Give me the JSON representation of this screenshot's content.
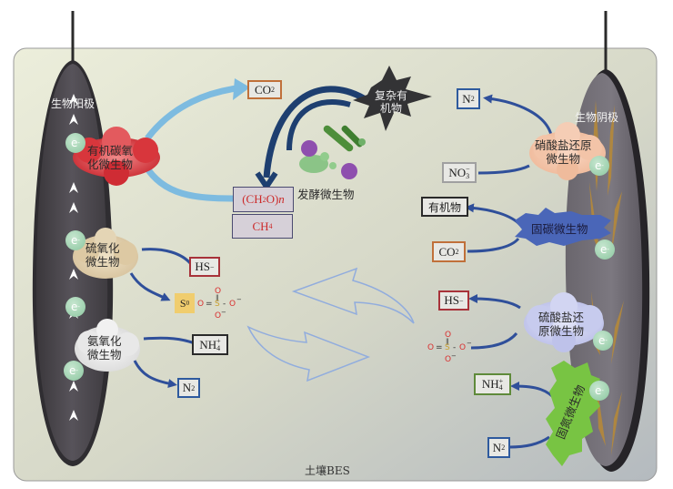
{
  "system_label": "土壤BES",
  "anode": {
    "label": "生物阳极",
    "electron_label": "e",
    "electron_charge": "-"
  },
  "cathode": {
    "label": "生物阴极",
    "electron_label": "e",
    "electron_charge": "-"
  },
  "anode_microbes": [
    {
      "name": "有机碳氧化微生物",
      "line1": "有机碳氧",
      "line2": "化微生物",
      "color": "#d8333b"
    },
    {
      "name": "硫氧化微生物",
      "line1": "硫氧化",
      "line2": "微生物",
      "color": "#dccaa8"
    },
    {
      "name": "氨氧化微生物",
      "line1": "氨氧化",
      "line2": "微生物",
      "color": "#e6e6e6"
    }
  ],
  "cathode_microbes": [
    {
      "name": "硝酸盐还原微生物",
      "line1": "硝酸盐还原",
      "line2": "微生物",
      "color": "#f3c3a8"
    },
    {
      "name": "固碳微生物",
      "line1": "固碳微生物",
      "color": "#4a66b8"
    },
    {
      "name": "硫酸盐还原微生物",
      "line1": "硫酸盐还",
      "line2": "原微生物",
      "color": "#c9cdee"
    },
    {
      "name": "固氮微生物",
      "line1": "固氮微生物",
      "color": "#7ac443"
    }
  ],
  "center": {
    "complex_organic": {
      "line1": "复杂有",
      "line2": "机物"
    },
    "fermenters_label": "发酵微生物",
    "ch2o": {
      "main": "(CH",
      "sub": "2",
      "tail": "O)",
      "italic": "n"
    },
    "ch4": {
      "main": "CH",
      "sub": "4"
    }
  },
  "species_boxes": {
    "co2_top": {
      "main": "CO",
      "sub": "2"
    },
    "hs_left": {
      "main": "HS",
      "sup": "−"
    },
    "s0": {
      "main": "S",
      "sup": "0"
    },
    "nh4_left": {
      "main": "NH",
      "sup": "+",
      "sub": "4"
    },
    "n2_left": {
      "main": "N",
      "sub": "2"
    },
    "n2_right_top": {
      "main": "N",
      "sub": "2"
    },
    "no3": {
      "main": "NO",
      "sup": "−",
      "sub": "3"
    },
    "organic_right": {
      "text": "有机物"
    },
    "co2_right": {
      "main": "CO",
      "sub": "2"
    },
    "hs_right": {
      "main": "HS",
      "sup": "−"
    },
    "nh4_right": {
      "main": "NH",
      "sup": "+",
      "sub": "4"
    },
    "n2_right_bottom": {
      "main": "N",
      "sub": "2"
    }
  },
  "sulfate": {
    "o_top": "O",
    "o_left": "O",
    "eq": "=",
    "s": "S",
    "dash": "-",
    "o_right": "O",
    "o_right_charge": "−",
    "o_bottom": "O",
    "o_bottom_charge": "−"
  },
  "colors": {
    "panel_top": "#e6e8d6",
    "panel_bottom": "#b9bdbf",
    "anode": "#4a474b",
    "cathode": "#6b6870",
    "cathode_streaks": "#b58a3a",
    "light_arrow": "#7dbbe0",
    "dark_arrow": "#1e3f70",
    "blue_arrow": "#2f4f9a"
  }
}
